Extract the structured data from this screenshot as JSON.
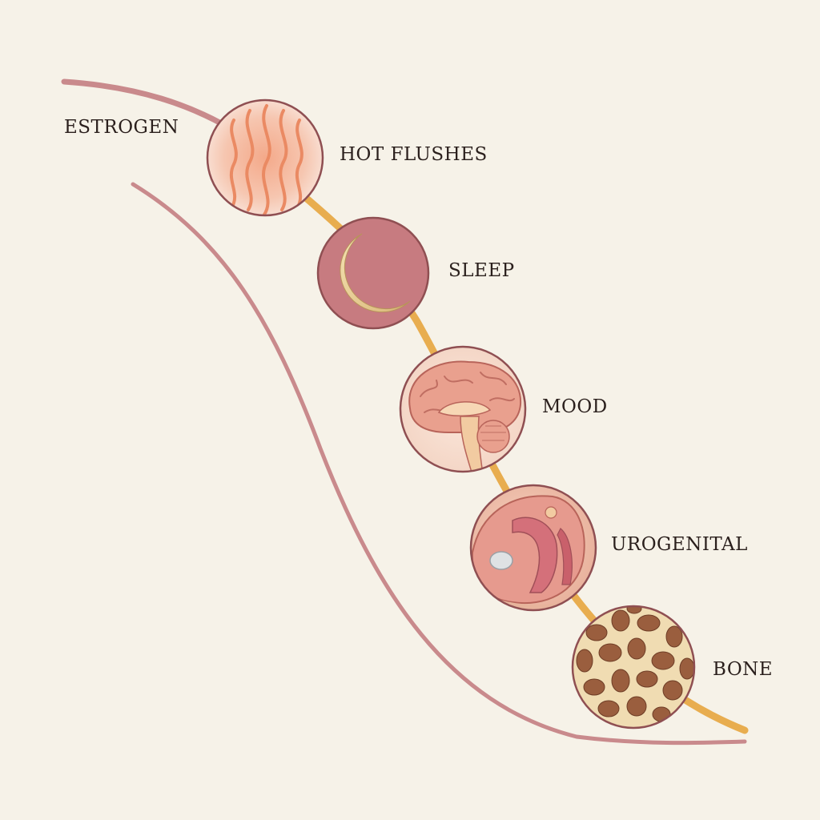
{
  "labels": {
    "estrogen": "ESTROGEN",
    "hot_flushes": "HOT FLUSHES",
    "sleep": "SLEEP",
    "mood": "MOOD",
    "urogenital": "UROGENITAL",
    "bone": "BONE"
  },
  "colors": {
    "background": "#f6f2e8",
    "estrogen_curve": "#c98a8c",
    "symptom_path": "#e8ad4f",
    "circle_border": "#8f4f52",
    "hot_flush_flame": "#ea8a63",
    "sleep_fill": "#c77b80",
    "moon": "#e8cf92",
    "bone_tissue": "#9a5e3e",
    "bone_matrix": "#f0dcb2"
  },
  "icons": {
    "hot_flushes": "heat-waves-icon",
    "sleep": "crescent-moon-icon",
    "mood": "brain-icon",
    "urogenital": "pelvic-anatomy-icon",
    "bone": "trabecular-bone-icon"
  }
}
